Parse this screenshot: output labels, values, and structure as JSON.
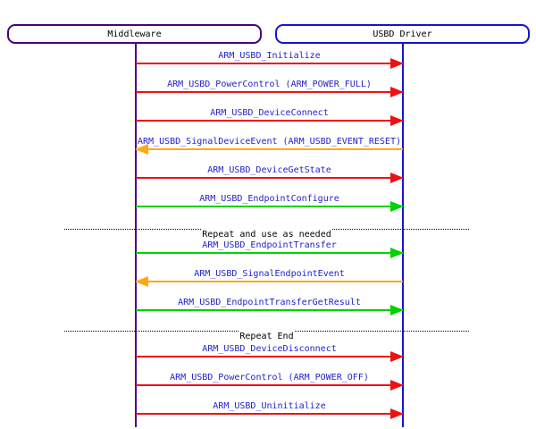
{
  "colors": {
    "red": "#ee1111",
    "green": "#00d300",
    "orange": "#ffa814",
    "blue": "#1414d2",
    "purple": "#4b0082",
    "label": "#2222cc",
    "divider": "#000000",
    "text": "#000000",
    "background": "#ffffff"
  },
  "diagram": {
    "entities": [
      {
        "label": "Middleware",
        "color": "purple"
      },
      {
        "label": "USBD Driver",
        "color": "blue"
      }
    ],
    "rows": [
      {
        "type": "message",
        "label": "ARM_USBD_Initialize",
        "from": "Middleware",
        "to": "USBD Driver",
        "direction": "right",
        "color": "red"
      },
      {
        "type": "message",
        "label": "ARM_USBD_PowerControl (ARM_POWER_FULL)",
        "from": "Middleware",
        "to": "USBD Driver",
        "direction": "right",
        "color": "red"
      },
      {
        "type": "message",
        "label": "ARM_USBD_DeviceConnect",
        "from": "Middleware",
        "to": "USBD Driver",
        "direction": "right",
        "color": "red"
      },
      {
        "type": "message",
        "label": "ARM_USBD_SignalDeviceEvent (ARM_USBD_EVENT_RESET)",
        "from": "USBD Driver",
        "to": "Middleware",
        "direction": "left",
        "color": "orange"
      },
      {
        "type": "message",
        "label": "ARM_USBD_DeviceGetState",
        "from": "Middleware",
        "to": "USBD Driver",
        "direction": "right",
        "color": "red"
      },
      {
        "type": "message",
        "label": "ARM_USBD_EndpointConfigure",
        "from": "Middleware",
        "to": "USBD Driver",
        "direction": "right",
        "color": "green"
      },
      {
        "type": "divider",
        "label": "Repeat and use as needed"
      },
      {
        "type": "message",
        "label": "ARM_USBD_EndpointTransfer",
        "from": "Middleware",
        "to": "USBD Driver",
        "direction": "right",
        "color": "green"
      },
      {
        "type": "message",
        "label": "ARM_USBD_SignalEndpointEvent",
        "from": "USBD Driver",
        "to": "Middleware",
        "direction": "left",
        "color": "orange"
      },
      {
        "type": "message",
        "label": "ARM_USBD_EndpointTransferGetResult",
        "from": "Middleware",
        "to": "USBD Driver",
        "direction": "right",
        "color": "green"
      },
      {
        "type": "divider",
        "label": "Repeat End"
      },
      {
        "type": "message",
        "label": "ARM_USBD_DeviceDisconnect",
        "from": "Middleware",
        "to": "USBD Driver",
        "direction": "right",
        "color": "red"
      },
      {
        "type": "message",
        "label": "ARM_USBD_PowerControl (ARM_POWER_OFF)",
        "from": "Middleware",
        "to": "USBD Driver",
        "direction": "right",
        "color": "red"
      },
      {
        "type": "message",
        "label": "ARM_USBD_Uninitialize",
        "from": "Middleware",
        "to": "USBD Driver",
        "direction": "right",
        "color": "red"
      }
    ]
  }
}
